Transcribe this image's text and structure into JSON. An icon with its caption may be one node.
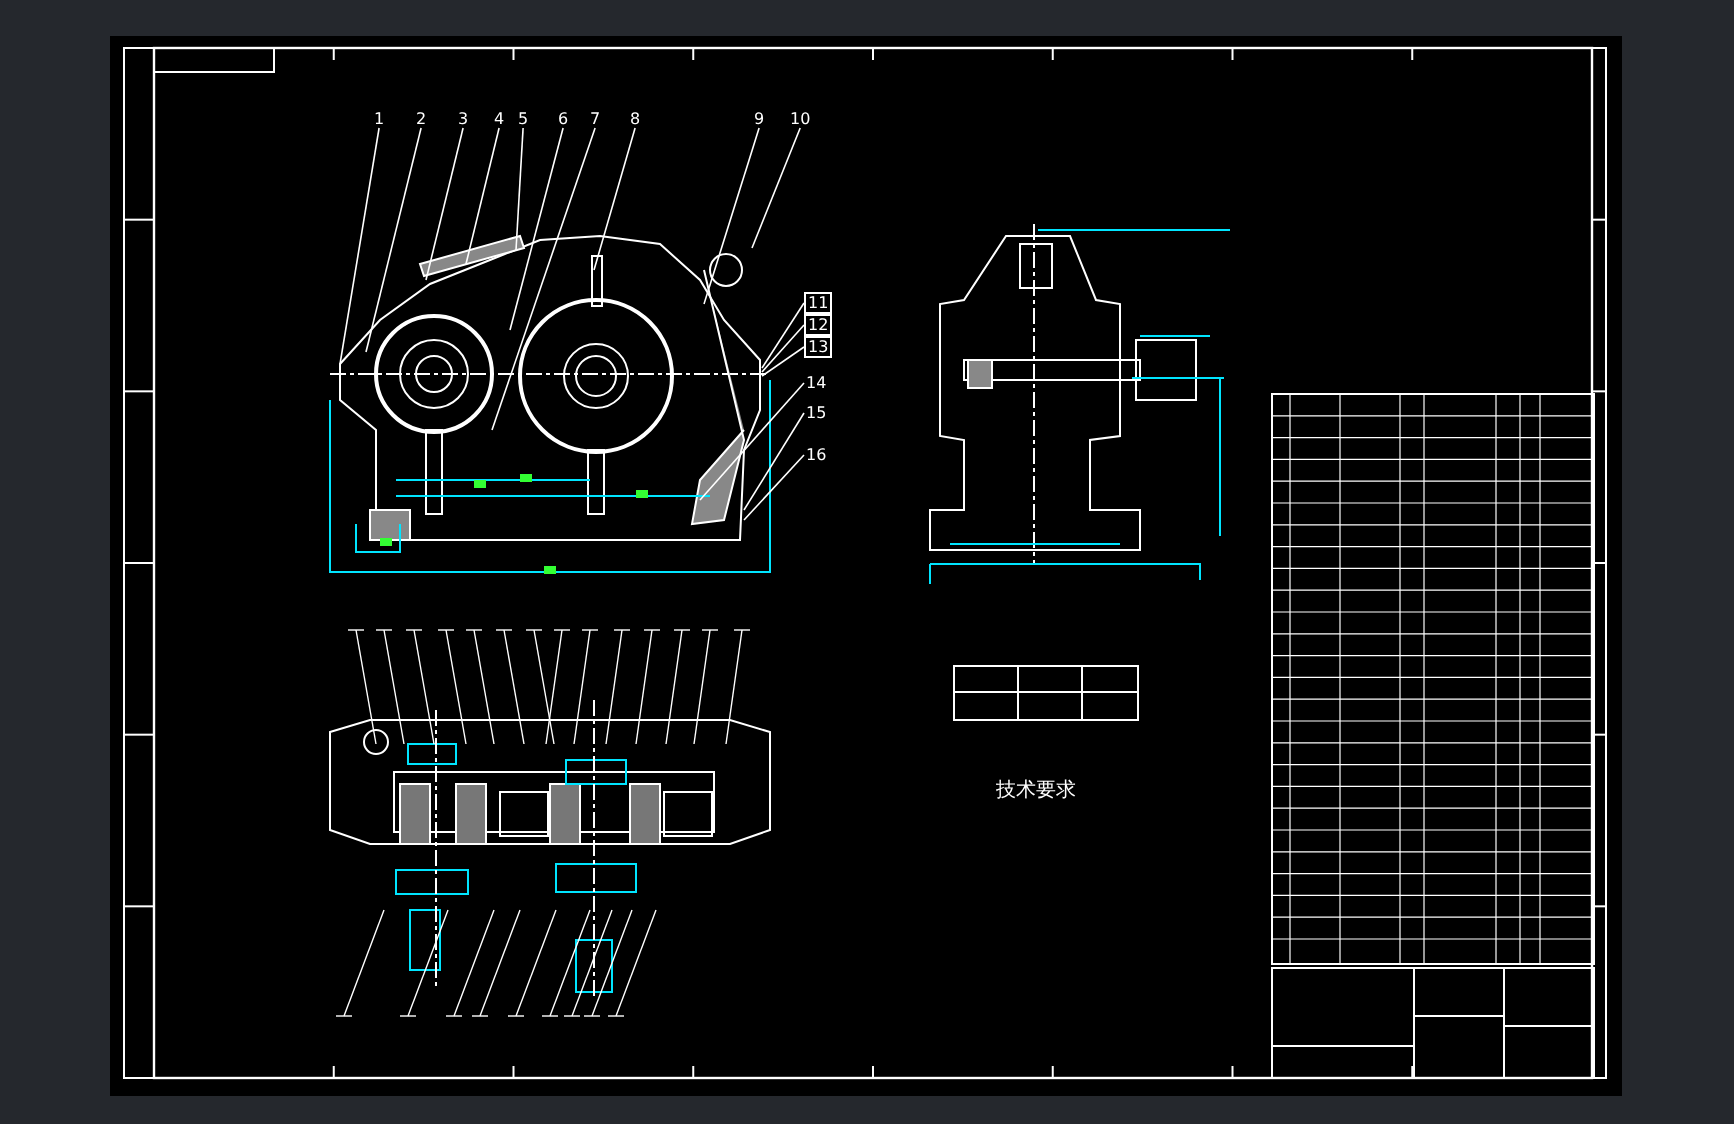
{
  "diagram": {
    "nodes": [
      {
        "text": [
          "1"
        ]
      },
      {
        "text": [
          "2"
        ]
      },
      {
        "text": [
          "3"
        ]
      },
      {
        "text": [
          "4"
        ]
      },
      {
        "text": [
          "5"
        ]
      },
      {
        "text": [
          "6"
        ]
      },
      {
        "text": [
          "7"
        ]
      },
      {
        "text": [
          "8"
        ]
      },
      {
        "text": [
          "9"
        ]
      },
      {
        "text": [
          "10"
        ]
      },
      {
        "text": [
          "11"
        ]
      },
      {
        "text": [
          "12"
        ]
      },
      {
        "text": [
          "13"
        ]
      },
      {
        "text": [
          "14"
        ]
      },
      {
        "text": [
          "15"
        ]
      },
      {
        "text": [
          "16"
        ]
      }
    ],
    "edges": [
      {
        "from": 0,
        "to": null,
        "arrow": "none"
      },
      {
        "from": 1,
        "to": null,
        "arrow": "none"
      },
      {
        "from": 2,
        "to": null,
        "arrow": "none"
      },
      {
        "from": 3,
        "to": null,
        "arrow": "none"
      },
      {
        "from": 4,
        "to": null,
        "arrow": "none"
      },
      {
        "from": 5,
        "to": null,
        "arrow": "none"
      },
      {
        "from": 6,
        "to": null,
        "arrow": "none"
      },
      {
        "from": 7,
        "to": null,
        "arrow": "none"
      },
      {
        "from": 8,
        "to": null,
        "arrow": "none"
      },
      {
        "from": 9,
        "to": null,
        "arrow": "none"
      },
      {
        "from": 10,
        "to": null,
        "arrow": "none"
      },
      {
        "from": 11,
        "to": null,
        "arrow": "none"
      },
      {
        "from": 12,
        "to": null,
        "arrow": "none"
      },
      {
        "from": 13,
        "to": null,
        "arrow": "none"
      },
      {
        "from": 14,
        "to": null,
        "arrow": "none"
      },
      {
        "from": 15,
        "to": null,
        "arrow": "none"
      }
    ],
    "labels": [
      "技术要求"
    ]
  }
}
